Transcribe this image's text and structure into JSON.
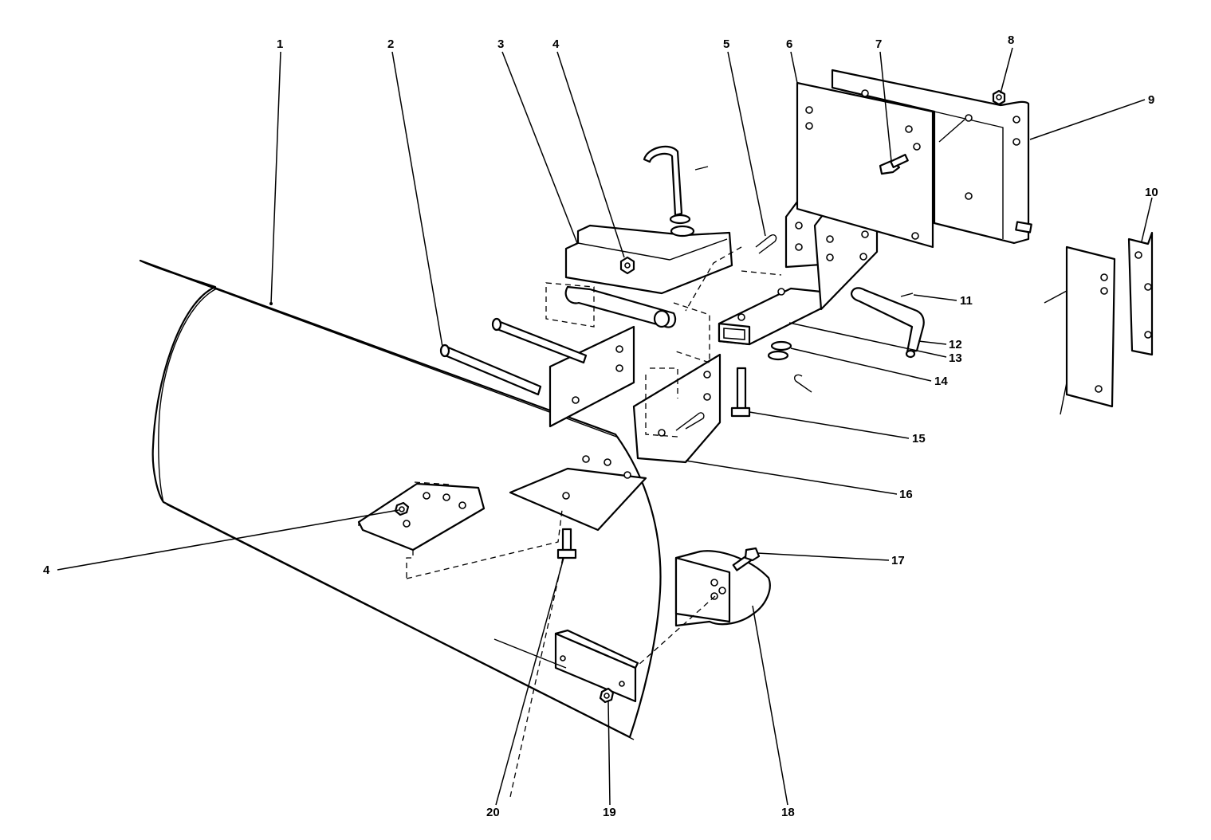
{
  "diagram": {
    "type": "exploded-parts-diagram",
    "callouts": [
      {
        "id": "c1",
        "label": "1"
      },
      {
        "id": "c2",
        "label": "2"
      },
      {
        "id": "c3",
        "label": "3"
      },
      {
        "id": "c4a",
        "label": "4"
      },
      {
        "id": "c5",
        "label": "5"
      },
      {
        "id": "c6",
        "label": "6"
      },
      {
        "id": "c7",
        "label": "7"
      },
      {
        "id": "c8",
        "label": "8"
      },
      {
        "id": "c9",
        "label": "9"
      },
      {
        "id": "c10",
        "label": "10"
      },
      {
        "id": "c11",
        "label": "11"
      },
      {
        "id": "c12",
        "label": "12"
      },
      {
        "id": "c13",
        "label": "13"
      },
      {
        "id": "c14",
        "label": "14"
      },
      {
        "id": "c15",
        "label": "15"
      },
      {
        "id": "c16",
        "label": "16"
      },
      {
        "id": "c4b",
        "label": "4"
      },
      {
        "id": "c17",
        "label": "17"
      },
      {
        "id": "c18",
        "label": "18"
      },
      {
        "id": "c19",
        "label": "19"
      },
      {
        "id": "c20",
        "label": "20"
      }
    ]
  }
}
